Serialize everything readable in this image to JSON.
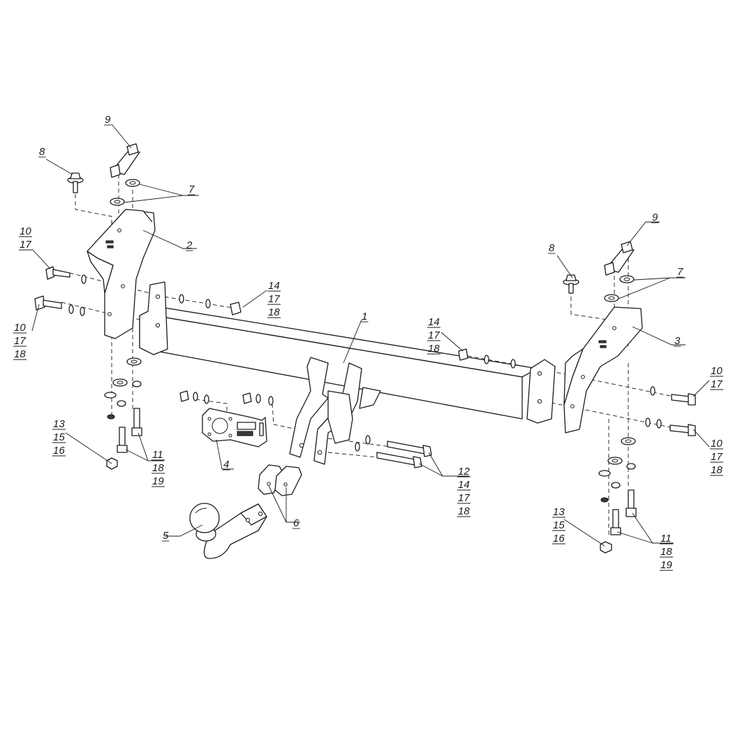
{
  "callouts": [
    {
      "id": "c9a",
      "lines": [
        "9"
      ]
    },
    {
      "id": "c8a",
      "lines": [
        "8"
      ]
    },
    {
      "id": "c7a",
      "lines": [
        "7"
      ]
    },
    {
      "id": "c10a",
      "lines": [
        "10",
        "17"
      ]
    },
    {
      "id": "c2",
      "lines": [
        "2"
      ]
    },
    {
      "id": "c10b",
      "lines": [
        "10",
        "17",
        "18"
      ]
    },
    {
      "id": "c14a",
      "lines": [
        "14",
        "17",
        "18"
      ]
    },
    {
      "id": "c1",
      "lines": [
        "1"
      ]
    },
    {
      "id": "c14b",
      "lines": [
        "14",
        "17",
        "18"
      ]
    },
    {
      "id": "c9b",
      "lines": [
        "9"
      ]
    },
    {
      "id": "c8b",
      "lines": [
        "8"
      ]
    },
    {
      "id": "c7b",
      "lines": [
        "7"
      ]
    },
    {
      "id": "c3",
      "lines": [
        "3"
      ]
    },
    {
      "id": "c10c",
      "lines": [
        "10",
        "17"
      ]
    },
    {
      "id": "c10d",
      "lines": [
        "10",
        "17",
        "18"
      ]
    },
    {
      "id": "c13a",
      "lines": [
        "13",
        "15",
        "16"
      ]
    },
    {
      "id": "c11a",
      "lines": [
        "11",
        "18",
        "19"
      ]
    },
    {
      "id": "c4",
      "lines": [
        "4"
      ]
    },
    {
      "id": "c12",
      "lines": [
        "12",
        "14",
        "17",
        "18"
      ]
    },
    {
      "id": "c6",
      "lines": [
        "6"
      ]
    },
    {
      "id": "c5",
      "lines": [
        "5"
      ]
    },
    {
      "id": "c13b",
      "lines": [
        "13",
        "15",
        "16"
      ]
    },
    {
      "id": "c11b",
      "lines": [
        "11",
        "18",
        "19"
      ]
    }
  ]
}
